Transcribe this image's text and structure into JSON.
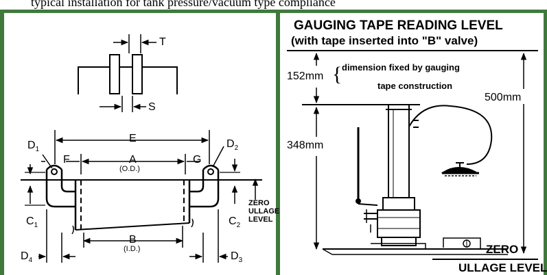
{
  "caption_fragment": "typical installation for tank pressure/vacuum type compliance",
  "colors": {
    "frame": "#3f7a3c",
    "ink": "#000000",
    "background": "#ffffff"
  },
  "left_diagram": {
    "labels": {
      "T": "T",
      "S": "S",
      "E": "E",
      "D1": "D",
      "D1_sub": "1",
      "D2": "D",
      "D2_sub": "2",
      "F": "F",
      "G": "G",
      "A": "A",
      "A_sub": "(O.D.)",
      "C1": "C",
      "C1_sub": "1",
      "C2": "C",
      "C2_sub": "2",
      "zero_ullage": [
        "ZERO",
        "ULLAGE",
        "LEVEL"
      ],
      "B": "B",
      "B_sub": "(I.D.)",
      "D4": "D",
      "D4_sub": "4",
      "D3": "D",
      "D3_sub": "3"
    }
  },
  "right_diagram": {
    "title": "GAUGING TAPE READING LEVEL",
    "subtitle": "(with tape inserted into \"B\" valve)",
    "dim_152": "152mm",
    "note_line1": "dimension fixed by gauging",
    "note_line2": "tape construction",
    "dim_500": "500mm",
    "dim_348": "348mm",
    "zero": "ZERO",
    "ullage_level": "ULLAGE LEVEL"
  }
}
